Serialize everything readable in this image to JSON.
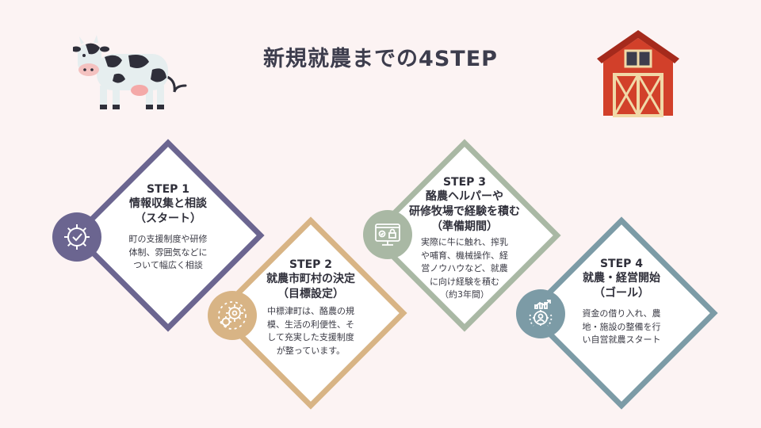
{
  "title": "新規就農までの4STEP",
  "colors": {
    "background": "#fcf3f3",
    "step1": "#6b6590",
    "step2": "#d8b485",
    "step3": "#a9b8a4",
    "step4": "#7c9ba6",
    "barn": "#d2402a"
  },
  "steps": [
    {
      "label": "STEP 1",
      "name_lines": [
        "情報収集と相談",
        "（スタート）"
      ],
      "desc_lines": [
        "町の支援制度や研修",
        "体制、雰囲気などに",
        "ついて幅広く相談"
      ],
      "icon": "gear-check-icon"
    },
    {
      "label": "STEP 2",
      "name_lines": [
        "就農市町村の決定",
        "（目標設定）"
      ],
      "desc_lines": [
        "中標津町は、酪農の規",
        "模、生活の利便性、そ",
        "して充実した支援制度",
        "が整っています。"
      ],
      "icon": "gears-icon"
    },
    {
      "label": "STEP 3",
      "name_lines": [
        "酪農ヘルパーや",
        "研修牧場で経験を積む",
        "（準備期間）"
      ],
      "desc_lines": [
        "実際に牛に触れ、搾乳",
        "や哺育、機械操作、経",
        "営ノウハウなど、就農",
        "に向け経験を積む",
        "（約3年間）"
      ],
      "icon": "monitor-lock-icon"
    },
    {
      "label": "STEP 4",
      "name_lines": [
        "就農・経営開始",
        "（ゴール）"
      ],
      "desc_lines": [
        "資金の借り入れ、農",
        "地・施設の整備を行",
        "い自営就農スタート"
      ],
      "icon": "growth-gear-icon"
    }
  ]
}
